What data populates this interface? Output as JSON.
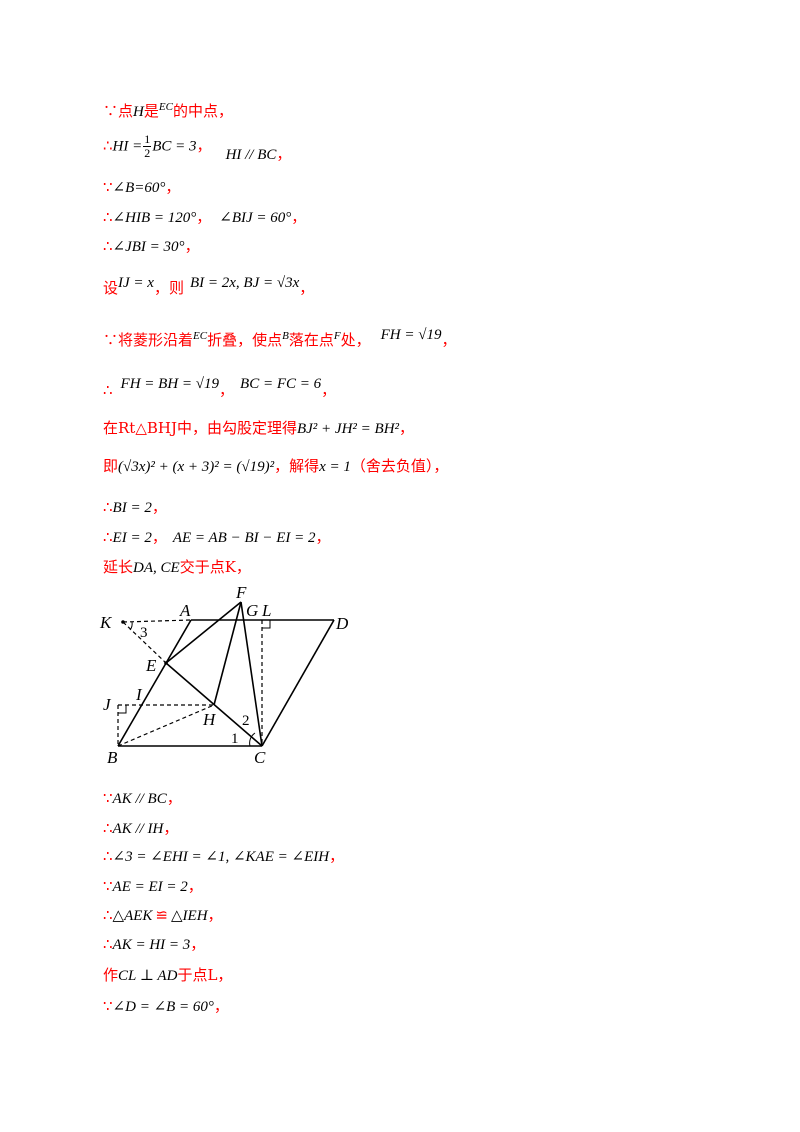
{
  "lines": [
    {
      "pre": "∵点",
      "m1": "H",
      "mid": "是",
      "m2": "EC",
      "post": "的中点，"
    },
    {
      "pre": "∴",
      "m1": "HI =",
      "num": "1",
      "den": "2",
      "m2": "BC = 3",
      "sep": "，",
      "m3": "HI // BC",
      "post": "，"
    },
    {
      "pre": "∵",
      "m1": "∠B=60°",
      "post": "，"
    },
    {
      "pre": "∴",
      "m1": "∠HIB = 120°",
      "sep": "，",
      "m2": "∠BIJ = 60°",
      "post": "，"
    },
    {
      "pre": "∴",
      "m1": "∠JBI = 30°",
      "post": "，"
    },
    {
      "pre": "设",
      "m1": "IJ = x",
      "mid": "，则",
      "m2": "BI = 2x, BJ = √3x",
      "post": "，"
    },
    {
      "pre": "∵将菱形沿着",
      "m1": "EC",
      "mid": "折叠，使点",
      "m2": "B",
      "mid2": "落在点",
      "m3": "F",
      "mid3": "处，",
      "m4": "FH = √19",
      "post": "，"
    },
    {
      "pre": "∴",
      "m1": "FH = BH = √19",
      "sep": "，",
      "m2": "BC = FC = 6",
      "post": "，"
    },
    {
      "pre": "在Rt△BHJ中，由勾股定理得",
      "m1": "BJ² + JH² = BH²",
      "post": "，"
    },
    {
      "pre": "即",
      "m1": "(√3x)² + (x + 3)² = (√19)²",
      "mid": "，解得",
      "m2": "x = 1",
      "post": "（舍去负值），"
    },
    {
      "pre": "∴",
      "m1": "BI = 2",
      "post": "，"
    },
    {
      "pre": "∴",
      "m1": "EI = 2",
      "sep": "，",
      "m2": "AE = AB − BI − EI = 2",
      "post": "，"
    },
    {
      "pre": "延长",
      "m1": "DA, CE",
      "post": "交于点K，"
    }
  ],
  "figure": {
    "labels": {
      "K": "K",
      "A": "A",
      "F": "F",
      "G": "G",
      "L": "L",
      "D": "D",
      "E": "E",
      "I": "I",
      "J": "J",
      "H": "H",
      "B": "B",
      "C": "C",
      "n1": "1",
      "n2": "2",
      "n3": "3"
    }
  },
  "lines2": [
    {
      "pre": "∵",
      "m1": "AK // BC",
      "post": "，"
    },
    {
      "pre": "∴",
      "m1": "AK // IH",
      "post": "，"
    },
    {
      "pre": "∴",
      "m1": "∠3 = ∠EHI = ∠1, ∠KAE = ∠EIH",
      "post": "，"
    },
    {
      "pre": "∵",
      "m1": "AE = EI = 2",
      "post": "，"
    },
    {
      "pre": "∴",
      "m1": "△AEK",
      "mid": "≌",
      "m2": "△IEH",
      "post": "，"
    },
    {
      "pre": "∴",
      "m1": "AK = HI = 3",
      "post": "，"
    },
    {
      "pre": "作",
      "m1": "CL ⊥ AD",
      "post": "于点L，"
    },
    {
      "pre": "∵",
      "m1": "∠D = ∠B = 60°",
      "post": "，"
    }
  ]
}
